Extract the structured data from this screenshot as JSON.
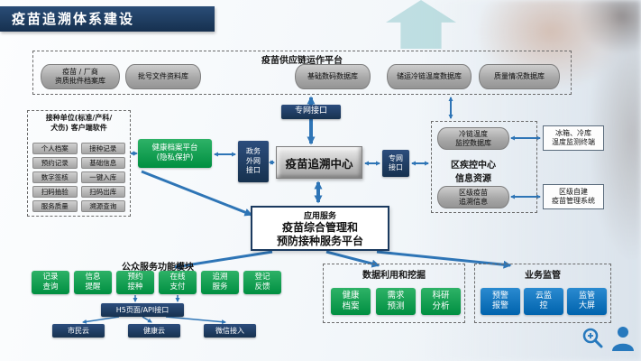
{
  "title": "疫苗追溯体系建设",
  "colors": {
    "title_bg": "#1d3c63",
    "dark_navy": "#17324f",
    "accent_blue": "#2e75b6",
    "green": "#00a651",
    "blue": "#0070c0",
    "gray_cylinder": "#a6a6a6"
  },
  "supply_chain": {
    "title": "疫苗供应链运作平台",
    "databases": [
      "疫苗 / 厂商\n资质批件档案库",
      "批号文件资料库",
      "基础数码数据库",
      "储运冷链温度数据库",
      "质量情况数据库"
    ]
  },
  "interfaces": {
    "private_net_top": "专网接口",
    "gov_external": "政务\n外网\n接口",
    "private_net_right": "专网\n接口"
  },
  "trace_center": "疫苗追溯中心",
  "client_unit": {
    "title": "接种单位(标准/产科/\n犬伤) 客户端软件",
    "items": [
      "个人档案",
      "接种记录",
      "预约记录",
      "基础信息",
      "数字签核",
      "一键入库",
      "扫码抽验",
      "扫码出库",
      "服务质量",
      "溯源查询"
    ]
  },
  "health_archive": "健康档案平台\n(隐私保护)",
  "cdc": {
    "title": "区疾控中心\n信息资源",
    "cold_chain_db": "冷链温度\n监控数据库",
    "fridge_terminal": "冰箱、冷库\n温度监测终端",
    "district_trace_db": "区级疫苗\n追溯信息",
    "district_system": "区级自建\n疫苗管理系统"
  },
  "app_service": {
    "subtitle": "应用服务",
    "title": "疫苗综合管理和\n预防接种服务平台"
  },
  "public_service": {
    "title": "公众服务功能模块",
    "items": [
      "记录\n查询",
      "信息\n提醒",
      "预约\n接种",
      "在线\n支付",
      "追溯\n服务",
      "登记\n反馈"
    ],
    "api": "H5页面/API接口",
    "channels": [
      "市民云",
      "健康云",
      "微信接入"
    ]
  },
  "data_mining": {
    "title": "数据利用和挖掘",
    "items": [
      "健康\n档案",
      "需求\n预测",
      "科研\n分析"
    ]
  },
  "supervision": {
    "title": "业务监管",
    "items": [
      "预警\n报警",
      "云监\n控",
      "监管\n大屏"
    ]
  }
}
